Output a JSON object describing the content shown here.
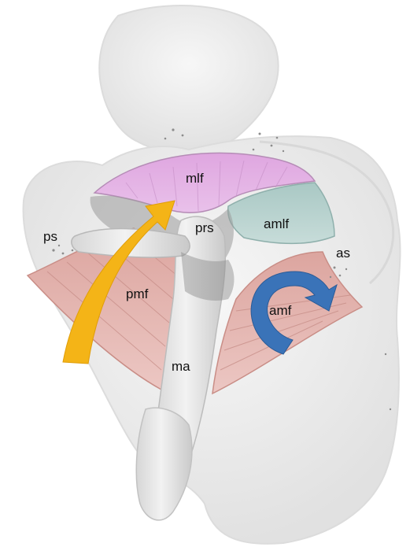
{
  "labels": {
    "mlf": "mlf",
    "prs": "prs",
    "amlf": "amlf",
    "ps": "ps",
    "as": "as",
    "pmf": "pmf",
    "amf": "amf",
    "ma": "ma"
  },
  "colors": {
    "middle_ligament": "#dfa6e0",
    "anterior_ligament": "#b8d2cf",
    "muscle_fibers": "#e2aba6",
    "arrow_posterior": "#f4b417",
    "arrow_anterior": "#3a73b8",
    "bone": "#f0f0f0",
    "shadow": "#a9a9a9"
  }
}
